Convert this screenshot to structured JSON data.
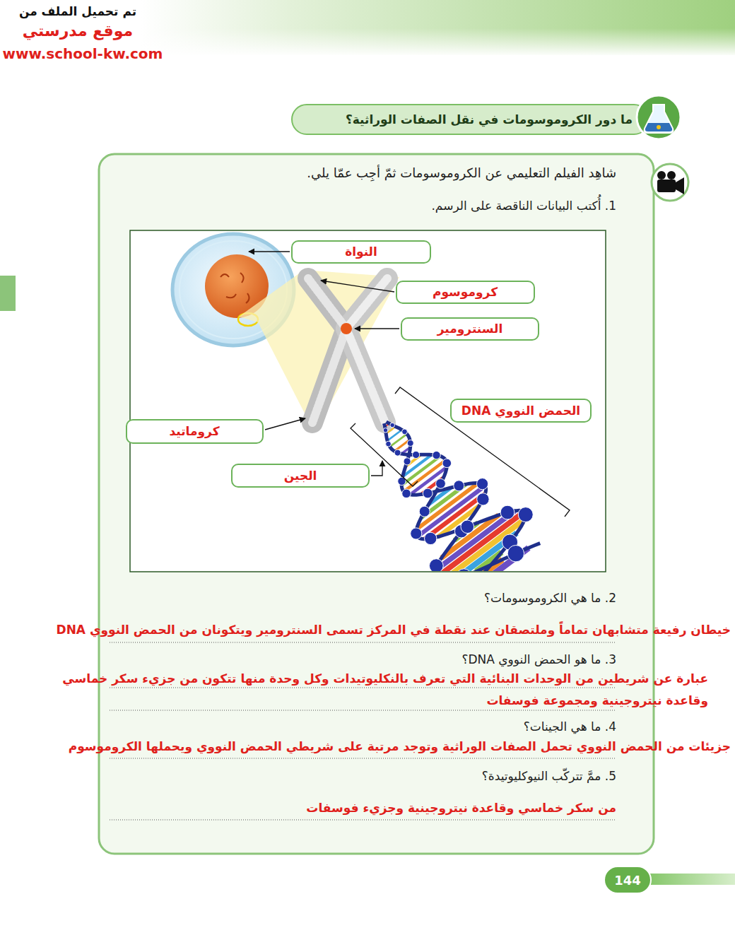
{
  "diagram": {
    "title": "ما دور الكروموسومات في نقل الصفات الوراثية؟",
    "nodes": [
      {
        "text": [
          "النواة"
        ]
      },
      {
        "text": [
          "كروموسوم"
        ]
      },
      {
        "text": [
          "السنترومير"
        ]
      },
      {
        "text": [
          "الحمض النووي DNA"
        ]
      },
      {
        "text": [
          "كروماتيد"
        ]
      },
      {
        "text": [
          "الجين"
        ]
      },
      {
        "text": [
          "144"
        ]
      }
    ],
    "labels": [
      "تم تحميل الملف من",
      "موقع مدرستي",
      "www.school-kw.com",
      "شاهِد الفيلم التعليمي عن الكروموسومات ثمّ أجِب عمّا يلي.",
      "1. أُكتب البيانات الناقصة على الرسم.",
      "2. ما هي الكروموسومات؟",
      "خيطان رفيعة متشابهان تماماً وملتصقان عند نقطة في المركز تسمى السنترومير ويتكونان من الحمض النووي DNA",
      "3. ما هو الحمض النووي DNA؟",
      "عبارة عن شريطين من الوحدات البنائية التي تعرف بالنكليوتيدات وكل وحدة منها تتكون من جزيء سكر خماسي وقاعدة نيتروجينية ومجموعة فوسفات",
      "4. ما هي الجينات؟",
      "جزيئات من الحمض النووي تحمل الصفات الوراثية وتوجد مرتبة على شريطي الحمض النووي ويحملها الكروموسوم",
      "5. ممَّ تتركّب النيوكليوتيدة؟",
      "من سكر خماسي وقاعدة نيتروجينية وجزيء فوسفات"
    ]
  }
}
